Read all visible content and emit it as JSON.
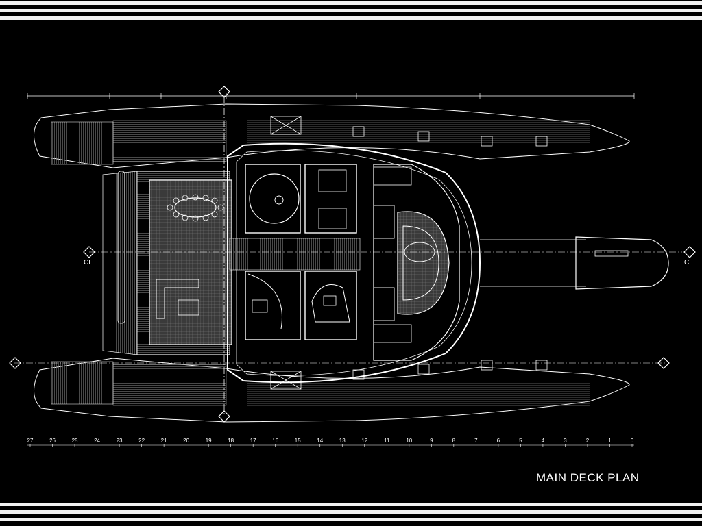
{
  "title": "MAIN DECK PLAN",
  "centerline_label": "CL",
  "ruler": {
    "frames": [
      "27",
      "26",
      "25",
      "24",
      "23",
      "22",
      "21",
      "20",
      "19",
      "18",
      "17",
      "16",
      "15",
      "14",
      "13",
      "12",
      "11",
      "10",
      "9",
      "8",
      "7",
      "6",
      "5",
      "4",
      "3",
      "2",
      "1",
      "0"
    ]
  },
  "colors": {
    "background": "#000000",
    "lines": "#ffffff",
    "hatch": "#8a8a8a",
    "stripe": "#f2f2f2"
  }
}
